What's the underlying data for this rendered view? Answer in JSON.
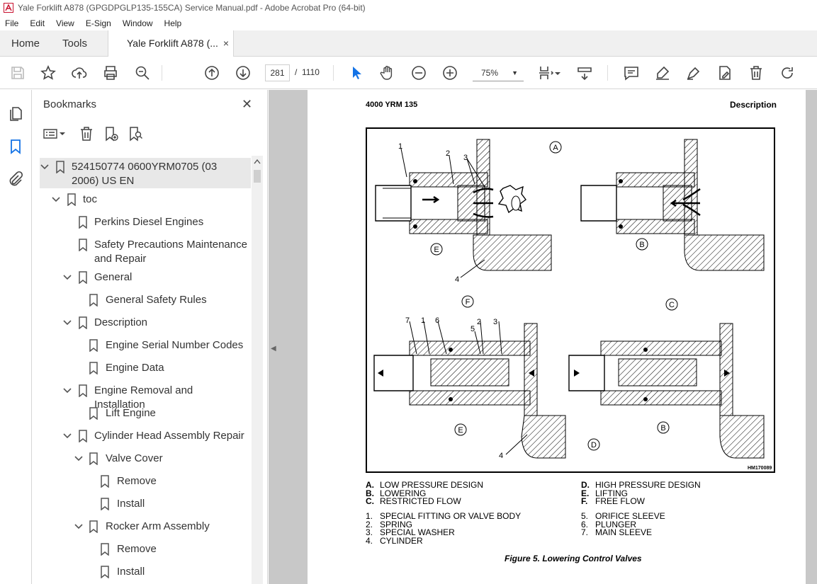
{
  "window": {
    "title": "Yale Forklift A878 (GPGDPGLP135-155CA) Service Manual.pdf - Adobe Acrobat Pro (64-bit)"
  },
  "menu": [
    "File",
    "Edit",
    "View",
    "E-Sign",
    "Window",
    "Help"
  ],
  "tabs": {
    "home": "Home",
    "tools": "Tools",
    "document": "Yale Forklift A878 (...",
    "close": "×"
  },
  "toolbar": {
    "page_current": "281",
    "page_separator": "/",
    "page_total": "1110",
    "zoom": "75%"
  },
  "bookmarks": {
    "title": "Bookmarks",
    "items": [
      {
        "label": "524150774 0600YRM0705 (03 2006) US EN",
        "level": 0,
        "expanded": true
      },
      {
        "label": "toc",
        "level": 1,
        "expanded": true
      },
      {
        "label": "Perkins Diesel Engines",
        "level": 2
      },
      {
        "label": "Safety Precautions Maintenance and Repair",
        "level": 2
      },
      {
        "label": "General",
        "level": 2,
        "expanded": true
      },
      {
        "label": "General Safety Rules",
        "level": 3
      },
      {
        "label": "Description",
        "level": 2,
        "expanded": true
      },
      {
        "label": "Engine Serial Number Codes",
        "level": 3
      },
      {
        "label": "Engine Data",
        "level": 3
      },
      {
        "label": "Engine Removal and Installation",
        "level": 2,
        "expanded": true
      },
      {
        "label": "Lift Engine",
        "level": 3
      },
      {
        "label": "Cylinder Head Assembly Repair",
        "level": 2,
        "expanded": true
      },
      {
        "label": "Valve Cover",
        "level": 3,
        "expanded": true
      },
      {
        "label": "Remove",
        "level": 4
      },
      {
        "label": "Install",
        "level": 4
      },
      {
        "label": "Rocker Arm Assembly",
        "level": 3,
        "expanded": true
      },
      {
        "label": "Remove",
        "level": 4
      },
      {
        "label": "Install",
        "level": 4
      }
    ]
  },
  "document": {
    "header_left": "4000 YRM 135",
    "header_right": "Description",
    "figure_id": "HM170089",
    "figure_caption": "Figure 5.  Lowering Control Valves",
    "figure_labels": {
      "A": "A",
      "B": "B",
      "C": "C",
      "D": "D",
      "E": "E",
      "F": "F",
      "n1": "1",
      "n2": "2",
      "n3": "3",
      "n4": "4",
      "n5": "5",
      "n6": "6",
      "n7": "7"
    },
    "legend_left_letters": [
      {
        "key": "A.",
        "text": "LOW PRESSURE DESIGN"
      },
      {
        "key": "B.",
        "text": "LOWERING"
      },
      {
        "key": "C.",
        "text": "RESTRICTED FLOW"
      }
    ],
    "legend_right_letters": [
      {
        "key": "D.",
        "text": "HIGH PRESSURE DESIGN"
      },
      {
        "key": "E.",
        "text": "LIFTING"
      },
      {
        "key": "F.",
        "text": "FREE FLOW"
      }
    ],
    "legend_left_numbers": [
      {
        "key": "1.",
        "text": "SPECIAL FITTING OR VALVE BODY"
      },
      {
        "key": "2.",
        "text": "SPRING"
      },
      {
        "key": "3.",
        "text": "SPECIAL WASHER"
      },
      {
        "key": "4.",
        "text": "CYLINDER"
      }
    ],
    "legend_right_numbers": [
      {
        "key": "5.",
        "text": "ORIFICE SLEEVE"
      },
      {
        "key": "6.",
        "text": "PLUNGER"
      },
      {
        "key": "7.",
        "text": "MAIN SLEEVE"
      }
    ]
  }
}
